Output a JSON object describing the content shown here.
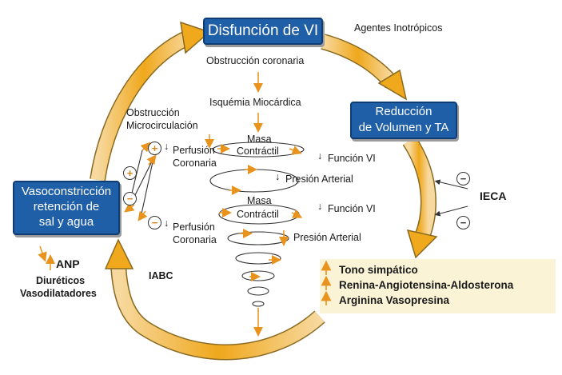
{
  "boxes": {
    "top": "Disfunción de VI",
    "right_line1": "Reducción",
    "right_line2": "de Volumen y TA",
    "left_line1": "Vasoconstricción",
    "left_line2": "retención de",
    "left_line3": "sal y agua"
  },
  "labels": {
    "agentes": "Agentes Inotrópicos",
    "obstruccion_coronaria": "Obstrucción coronaria",
    "isquemia": "Isquémia Miocárdica",
    "obstruccion_micro_1": "Obstrucción",
    "obstruccion_micro_2": "Microcirculación",
    "masa": "Masa",
    "contractil": "Contráctil",
    "funcion_vi": "Función VI",
    "presion_arterial": "Presión Arterial",
    "perfusion": "Perfusión",
    "coronaria": "Coronaria",
    "ieca": "IECA",
    "iabc": "IABC",
    "anp": "ANP",
    "diureticos": "Diuréticos",
    "vasodilatadores": "Vasodilatadores"
  },
  "signs": {
    "plus": "+",
    "minus": "−"
  },
  "panel": {
    "items": [
      "Tono simpático",
      "Renina-Angiotensina-Aldosterona",
      "Arginina Vasopresina"
    ]
  },
  "colors": {
    "box_blue": "#1f5fa8",
    "ring_orange": "#f0a81c",
    "arrow_orange": "#e8931e",
    "panel": "#fbf3d6"
  }
}
